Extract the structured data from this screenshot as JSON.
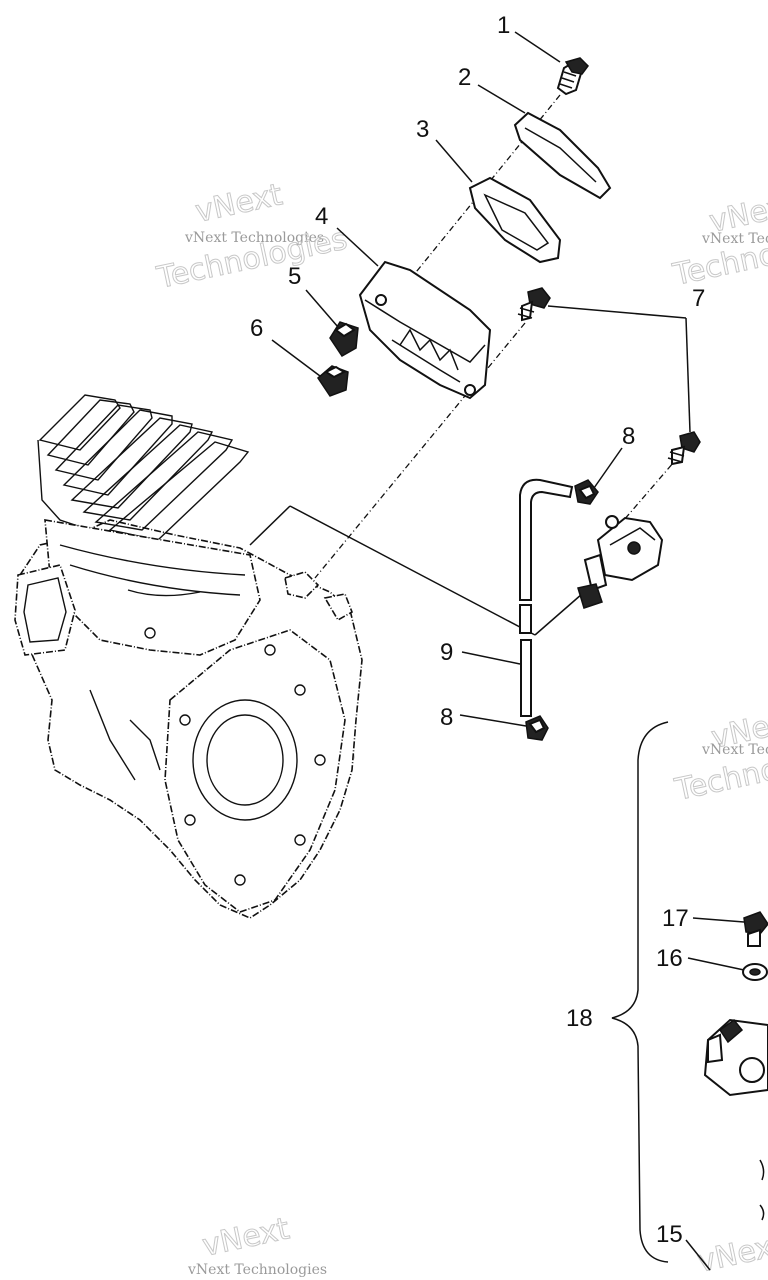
{
  "callouts": {
    "c1": "1",
    "c2": "2",
    "c3": "3",
    "c4": "4",
    "c5": "5",
    "c6": "6",
    "c7": "7",
    "c8a": "8",
    "c8b": "8",
    "c9": "9",
    "c15": "15",
    "c16": "16",
    "c17": "17",
    "c18": "18"
  },
  "watermark": {
    "brand": "vNext",
    "tagline": "vNext Technologies",
    "word": "Technologies"
  }
}
